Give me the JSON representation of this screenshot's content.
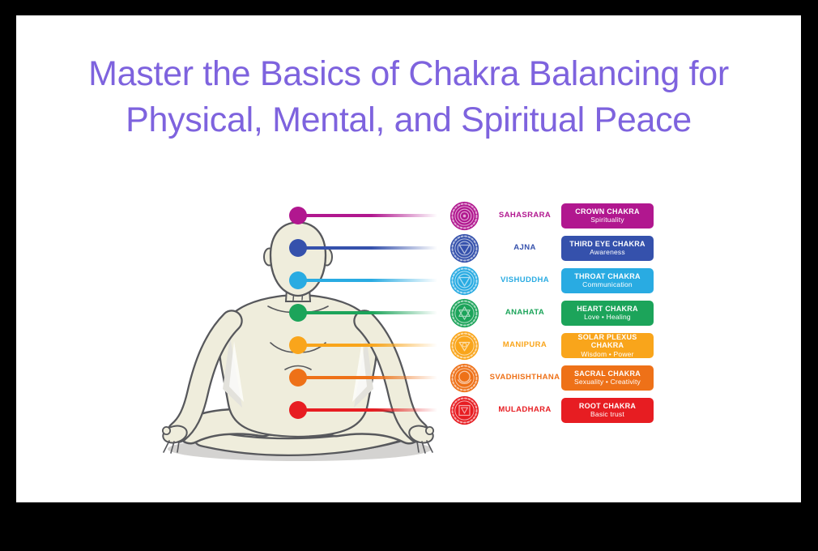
{
  "page": {
    "frame_color": "#000000",
    "canvas_color": "#ffffff"
  },
  "title": {
    "line1": "Master the Basics of Chakra Balancing for",
    "line2": "Physical, Mental, and Spiritual Peace",
    "color": "#7e63de"
  },
  "figure": {
    "description": "person meditating in lotus position",
    "skin_color": "#efeddc",
    "outline_color": "#57585c",
    "shadow_color": "#a9a8a4",
    "shade_color": "#e3e2dc"
  },
  "chakras": [
    {
      "sanskrit": "SAHASRARA",
      "card_title": "CROWN CHAKRA",
      "card_subtitle": "Spirituality",
      "color": "#b1178f",
      "icon": "crown-lotus-icon"
    },
    {
      "sanskrit": "AJNA",
      "card_title": "THIRD EYE CHAKRA",
      "card_subtitle": "Awareness",
      "color": "#3551ac",
      "icon": "third-eye-icon"
    },
    {
      "sanskrit": "VISHUDDHA",
      "card_title": "THROAT CHAKRA",
      "card_subtitle": "Communication",
      "color": "#29abe2",
      "icon": "throat-triangle-icon"
    },
    {
      "sanskrit": "ANAHATA",
      "card_title": "HEART CHAKRA",
      "card_subtitle": "Love • Healing",
      "color": "#1ca45a",
      "icon": "heart-hexagram-icon"
    },
    {
      "sanskrit": "MANIPURA",
      "card_title": "SOLAR PLEXUS CHAKRA",
      "card_subtitle": "Wisdom • Power",
      "color": "#f9a51b",
      "icon": "solar-triangle-icon"
    },
    {
      "sanskrit": "SVADHISHTHANA",
      "card_title": "SACRAL CHAKRA",
      "card_subtitle": "Sexuality • Creativity",
      "color": "#ee7118",
      "icon": "sacral-crescent-icon"
    },
    {
      "sanskrit": "MULADHARA",
      "card_title": "ROOT CHAKRA",
      "card_subtitle": "Basic trust",
      "color": "#e71d22",
      "icon": "root-square-icon"
    }
  ]
}
